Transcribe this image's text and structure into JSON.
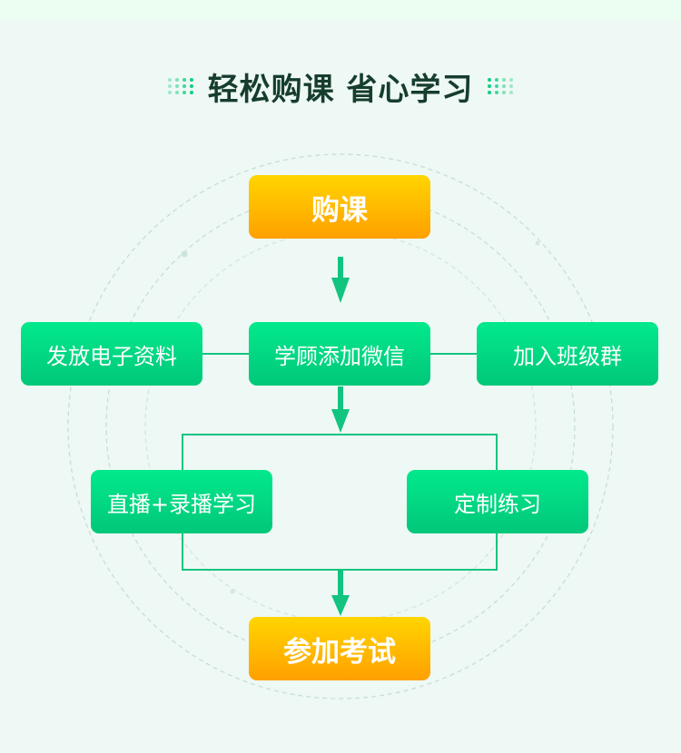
{
  "title": {
    "text": "轻松购课 省心学习",
    "left_dots_icon": "dot-grid-icon",
    "right_dots_icon": "dot-grid-icon"
  },
  "colors": {
    "background": "#eef8f4",
    "top_band": "#ecfdf1",
    "title_text": "#163d2d",
    "green_start": "#02e98c",
    "green_end": "#01c77a",
    "orange_start": "#ffd500",
    "orange_end": "#ffa000",
    "connector": "#12c47f",
    "dashed_circle": "#c3ddd6"
  },
  "flow": {
    "start": "购课",
    "left_branch": "发放电子资料",
    "center": "学顾添加微信",
    "right_branch": "加入班级群",
    "study_left": "直播+录播学习",
    "study_right": "定制练习",
    "end": "参加考试"
  }
}
